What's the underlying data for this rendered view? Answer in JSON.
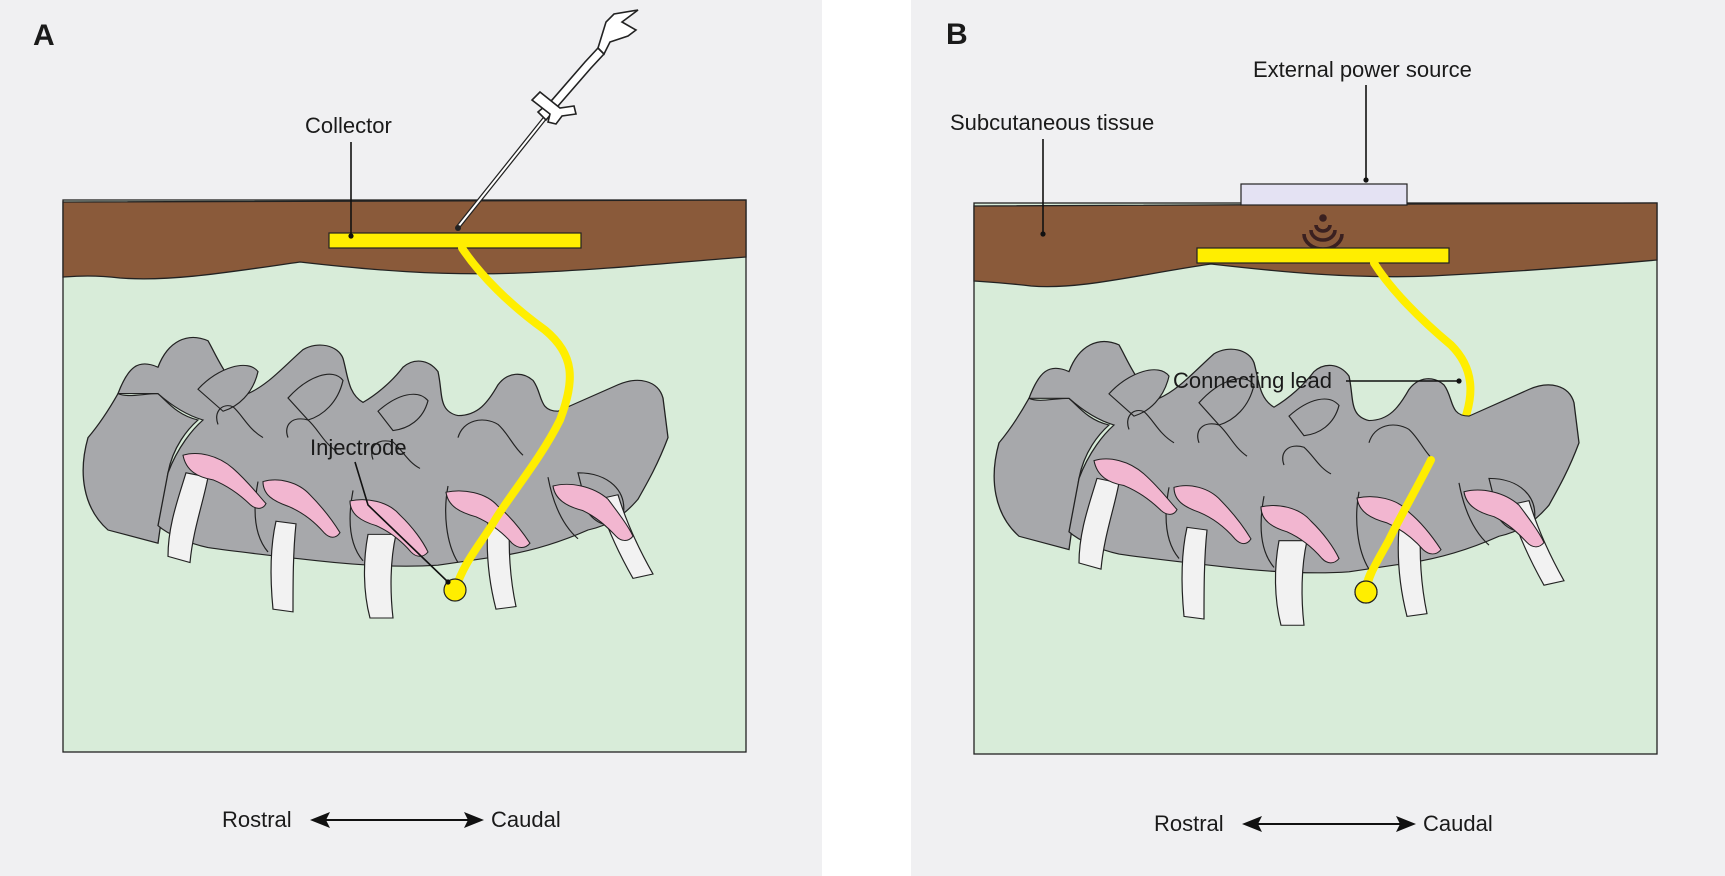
{
  "colors": {
    "background": "#f0f0f2",
    "skin": "#8a5a3a",
    "tissue": "#d8ecd9",
    "bone": "#a7a8ab",
    "disc": "#f2f2f2",
    "nerve": "#f2b6d0",
    "conductor": "#ffee00",
    "power_source": "#e4e2f3"
  },
  "panels": [
    {
      "letter": "A",
      "labels": {
        "collector": "Collector",
        "injectrode": "Injectrode"
      },
      "axis": {
        "left": "Rostral",
        "right": "Caudal"
      }
    },
    {
      "letter": "B",
      "labels": {
        "subcutaneous": "Subcutaneous tissue",
        "power_source": "External power source",
        "connecting_lead": "Connecting lead"
      },
      "axis": {
        "left": "Rostral",
        "right": "Caudal"
      }
    }
  ],
  "icons": [
    "syringe-icon",
    "wireless-signal-icon",
    "double-arrow-icon"
  ]
}
